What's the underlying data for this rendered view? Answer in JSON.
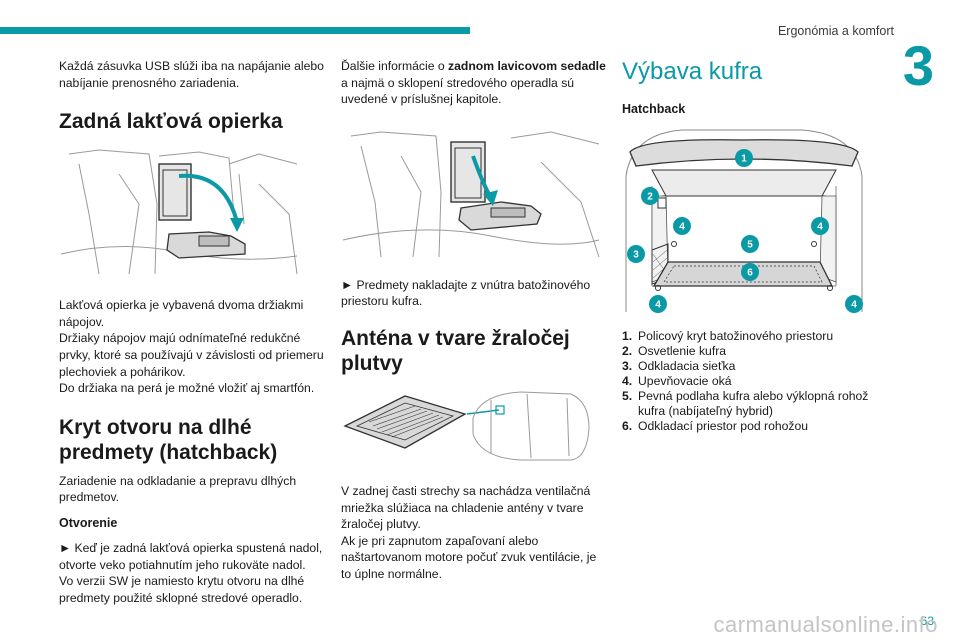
{
  "header": {
    "title": "Ergonómia a komfort",
    "chapter": "3",
    "page": "63"
  },
  "col1": {
    "intro": "Každá zásuvka USB slúži iba na napájanie alebo nabíjanie prenosného zariadenia.",
    "armrest_heading": "Zadná lakťová opierka",
    "armrest_text": "Lakťová opierka je vybavená dvoma držiakmi nápojov.\nDržiaky nápojov majú odnímateľné redukčné prvky, ktoré sa používajú v závislosti od priemeru plechoviek a pohárikov.\nDo držiaka na perá je možné vložiť aj smartfón.",
    "hatch_heading": "Kryt otvoru na dlhé predmety (hatchback)",
    "hatch_text": "Zariadenie na odkladanie a prepravu dlhých predmetov.",
    "opening_heading": "Otvorenie",
    "opening_text": "► Keď je zadná lakťová opierka spustená nadol, otvorte veko potiahnutím jeho rukoväte nadol.\nVo verzii SW je namiesto krytu otvoru na dlhé predmety použité sklopné stredové operadlo."
  },
  "col2": {
    "more_info_prefix": "Ďalšie informácie o ",
    "more_info_bold": "zadnom lavicovom sedadle",
    "more_info_suffix": " a najmä o sklopení stredového operadla sú uvedené v príslušnej kapitole.",
    "load_text": "► Predmety nakladajte z vnútra batožinového priestoru kufra.",
    "antenna_heading": "Anténa v tvare žraločej plutvy",
    "antenna_text": "V zadnej časti strechy sa nachádza ventilačná mriežka slúžiaca na chladenie antény v tvare žraločej plutvy.\nAk je pri zapnutom zapaľovaní alebo naštartovanom motore počuť zvuk ventilácie, je to úplne normálne."
  },
  "col3": {
    "heading": "Výbava kufra",
    "subheading": "Hatchback",
    "badges": [
      "1",
      "2",
      "3",
      "4",
      "4",
      "5",
      "6",
      "4",
      "4"
    ],
    "legend": [
      {
        "num": "1.",
        "text": "Policový kryt batožinového priestoru"
      },
      {
        "num": "2.",
        "text": "Osvetlenie kufra"
      },
      {
        "num": "3.",
        "text": "Odkladacia sieťka"
      },
      {
        "num": "4.",
        "text": "Upevňovacie oká"
      },
      {
        "num": "5.",
        "text": "Pevná podlaha kufra alebo výklopná rohož kufra (nabíjateľný hybrid)"
      },
      {
        "num": "6.",
        "text": "Odkladací priestor pod rohožou"
      }
    ]
  },
  "footer": {
    "watermark": "carmanualsonline.info"
  },
  "colors": {
    "accent": "#0a9aa6",
    "text": "#1a1a1a"
  }
}
